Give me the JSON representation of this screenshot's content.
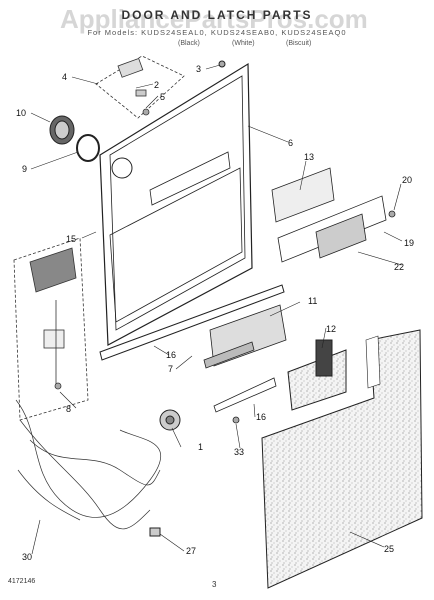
{
  "header": {
    "title": "DOOR AND LATCH PARTS",
    "watermark": "AppliancePartsPros.com",
    "models": "For Models: KUDS24SEAL0, KUDS24SEAB0, KUDS24SEAQ0",
    "colors": [
      "(Black)",
      "(White)",
      "(Biscuit)"
    ]
  },
  "footer": {
    "doc_number": "4172146",
    "page_number": "3"
  },
  "callouts": [
    "1",
    "2",
    "3",
    "4",
    "5",
    "6",
    "7",
    "8",
    "9",
    "10",
    "11",
    "12",
    "13",
    "15",
    "16",
    "16",
    "19",
    "20",
    "22",
    "25",
    "27",
    "30",
    "33"
  ]
}
